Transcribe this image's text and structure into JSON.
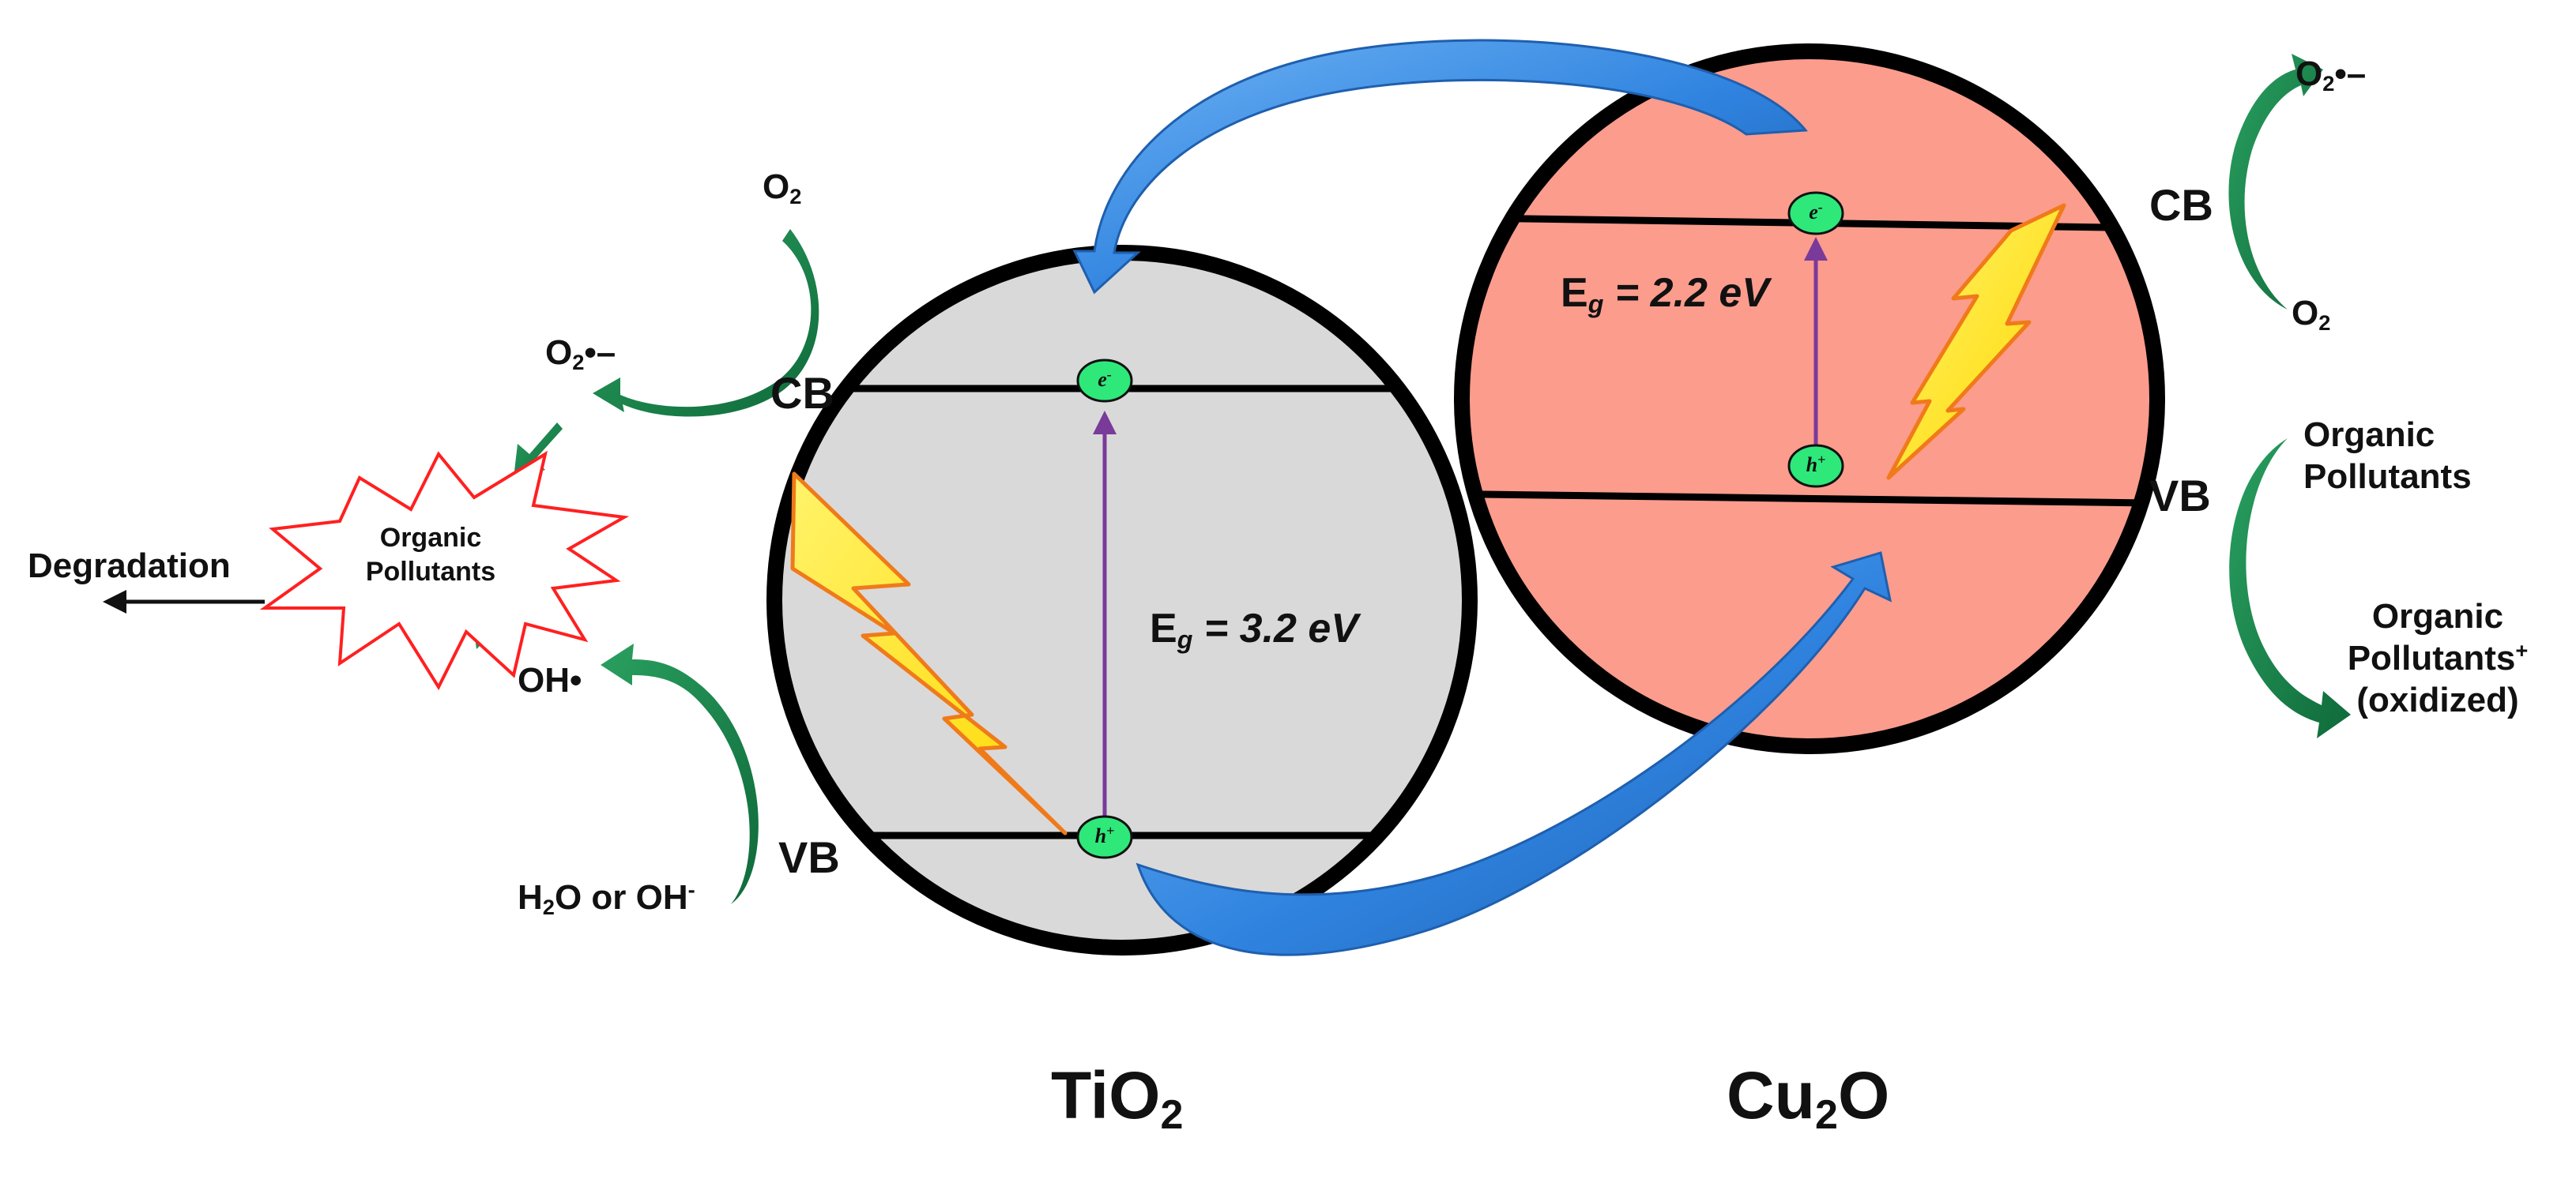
{
  "tio2": {
    "label": "TiO",
    "label_sub": "2",
    "cb": "CB",
    "vb": "VB",
    "eg_prefix": "E",
    "eg_sub": "g",
    "eg_value": " = 3.2 eV",
    "fill": "#d9d9d9",
    "electron": "e",
    "electron_sup": "-",
    "hole": "h",
    "hole_sup": "+"
  },
  "cu2o": {
    "label_pre": "Cu",
    "label_sub": "2",
    "label_post": "O",
    "cb": "CB",
    "vb": "VB",
    "eg_prefix": "E",
    "eg_sub": "g",
    "eg_value": " = 2.2 eV",
    "fill": "#fb9c8d",
    "electron": "e",
    "electron_sup": "-",
    "hole": "h",
    "hole_sup": "+"
  },
  "left_reactions": {
    "o2_top": "O",
    "o2_top_sub": "2",
    "superoxide": "O",
    "superoxide_sub": "2",
    "superoxide_sym": "•–",
    "hydroxyl": "OH•",
    "water_pre": "H",
    "water_sub": "2",
    "water_post": "O or OH",
    "water_sup": "-",
    "pollutant_line1": "Organic",
    "pollutant_line2": "Pollutants",
    "degradation": "Degradation"
  },
  "right_reactions": {
    "superoxide": "O",
    "superoxide_sub": "2",
    "superoxide_sym": "•–",
    "o2": "O",
    "o2_sub": "2",
    "pollutant_line1": "Organic",
    "pollutant_line2": "Pollutants",
    "oxidized_line1": "Organic",
    "oxidized_line2": "Pollutants",
    "oxidized_sup": "+",
    "oxidized_line3": "(oxidized)"
  },
  "colors": {
    "transfer_arrow": "#2f83df",
    "reaction_arrow": "#1f8a4c",
    "excitation_arrow": "#7a3a9a",
    "carrier_fill": "#2ee87a",
    "lightning": "#ffee00",
    "lightning_edge": "#f07a1a",
    "starburst_stroke": "#ff2020"
  }
}
